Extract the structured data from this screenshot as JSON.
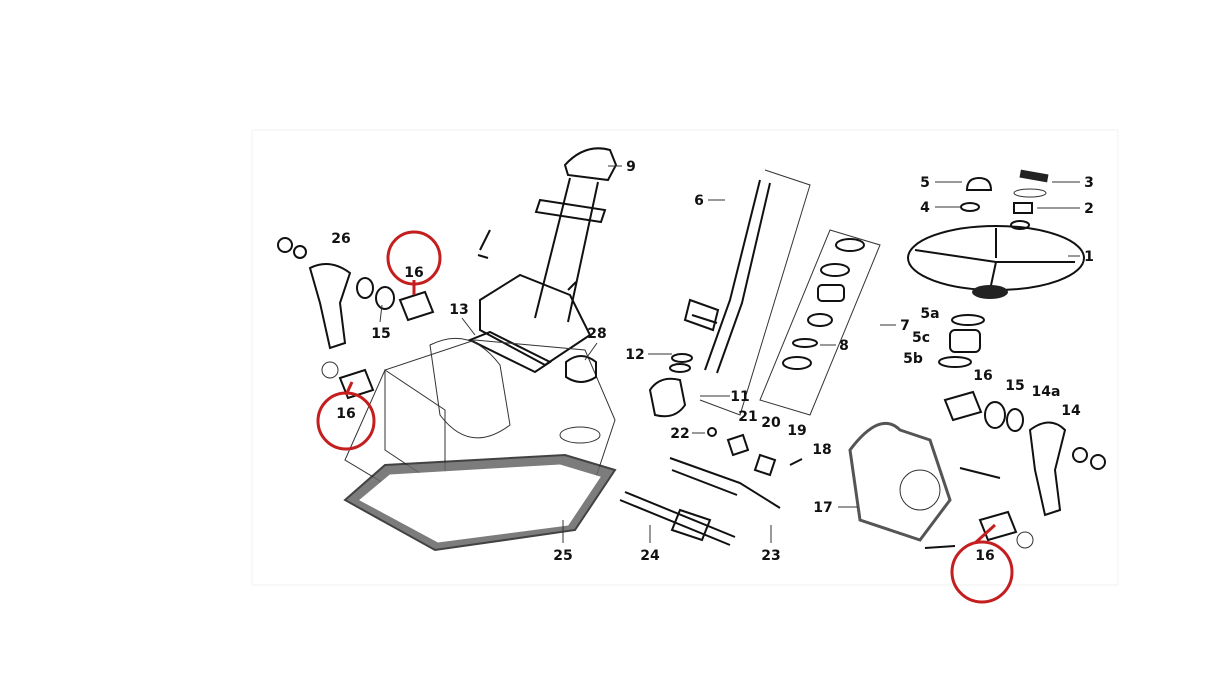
{
  "diagram": {
    "highlight_color": "#c41e1e",
    "labels": {
      "p1": "1",
      "p2": "2",
      "p3": "3",
      "p4": "4",
      "p5": "5",
      "p5a": "5a",
      "p5b": "5b",
      "p5c": "5c",
      "p6": "6",
      "p7": "7",
      "p8": "8",
      "p9": "9",
      "p11": "11",
      "p12": "12",
      "p13": "13",
      "p14": "14",
      "p14a": "14a",
      "p15_left": "15",
      "p15_right": "15",
      "p16_top_left": "16",
      "p16_left": "16",
      "p16_right": "16",
      "p16_bottom_right": "16",
      "p17": "17",
      "p18": "18",
      "p19": "19",
      "p20": "20",
      "p21": "21",
      "p22": "22",
      "p23": "23",
      "p24": "24",
      "p25": "25",
      "p26": "26",
      "p28": "28"
    }
  }
}
